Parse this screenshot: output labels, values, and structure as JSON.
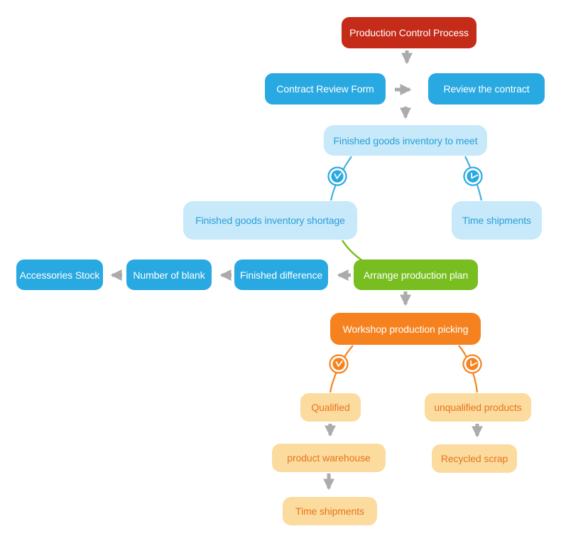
{
  "page": {
    "title": "Production Control Process",
    "background": "#FFFFFF"
  },
  "colors": {
    "red": "#C42B18",
    "blue": "#29A9E1",
    "light_blue_fill": "#C7E9FA",
    "light_blue_text": "#2B9FD8",
    "green": "#78BE20",
    "orange": "#F5821F",
    "light_orange_fill": "#FBDB9E",
    "light_orange_text": "#E8751D",
    "arrow_gray": "#ABABAB",
    "connector_blue": "#3EB1E5",
    "connector_orange": "#F5821F",
    "connector_green": "#78BE20"
  },
  "nodes": {
    "production_control": "Production Control Process",
    "contract_review_form": "Contract Review Form",
    "review_the_contract": "Review the contract",
    "inventory_to_meet": "Finished goods inventory to meet",
    "inventory_shortage": "Finished goods inventory shortage",
    "time_shipments_top": "Time shipments",
    "accessories_stock": "Accessories Stock",
    "number_of_blank": "Number of blank",
    "finished_difference": "Finished difference",
    "arrange_production_plan": "Arrange production plan",
    "workshop_production_picking": "Workshop production picking",
    "qualified": "Qualified",
    "unqualified_products": "unqualified products",
    "product_warehouse": "product warehouse",
    "recycled_scrap": "Recycled scrap",
    "time_shipments_bottom": "Time shipments"
  },
  "icons": {
    "clock_blue_left": "clock-icon",
    "clock_blue_right": "clock-icon",
    "clock_orange_left": "clock-icon",
    "clock_orange_right": "clock-icon"
  },
  "edges": [
    {
      "from": "production_control",
      "to": "contract_review_row",
      "type": "arrow-down"
    },
    {
      "from": "contract_review_form",
      "to": "review_the_contract",
      "type": "arrow-right"
    },
    {
      "from": "review_row",
      "to": "inventory_to_meet",
      "type": "arrow-down"
    },
    {
      "from": "inventory_to_meet",
      "to": "inventory_shortage",
      "type": "line-with-clock"
    },
    {
      "from": "inventory_to_meet",
      "to": "time_shipments_top",
      "type": "line-with-clock"
    },
    {
      "from": "inventory_shortage",
      "to": "arrange_production_plan",
      "type": "line"
    },
    {
      "from": "arrange_production_plan",
      "to": "finished_difference",
      "type": "arrow-left"
    },
    {
      "from": "finished_difference",
      "to": "number_of_blank",
      "type": "arrow-left"
    },
    {
      "from": "number_of_blank",
      "to": "accessories_stock",
      "type": "arrow-left"
    },
    {
      "from": "arrange_production_plan",
      "to": "workshop_production_picking",
      "type": "arrow-down"
    },
    {
      "from": "workshop_production_picking",
      "to": "qualified",
      "type": "line-with-clock"
    },
    {
      "from": "workshop_production_picking",
      "to": "unqualified_products",
      "type": "line-with-clock"
    },
    {
      "from": "qualified",
      "to": "product_warehouse",
      "type": "arrow-down"
    },
    {
      "from": "unqualified_products",
      "to": "recycled_scrap",
      "type": "arrow-down"
    },
    {
      "from": "product_warehouse",
      "to": "time_shipments_bottom",
      "type": "arrow-down"
    }
  ]
}
